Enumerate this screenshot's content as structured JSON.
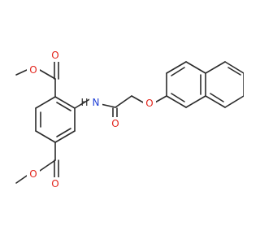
{
  "colors": {
    "bond": "#2b2b2b",
    "oxygen": "#e2231a",
    "nitrogen": "#1f3fd6",
    "hydrogen": "#2b2b2b",
    "background": "#ffffff"
  },
  "atoms": {
    "ester_top_carbonyl_O": "O",
    "ester_top_ether_O": "O",
    "amide_N": "N",
    "amide_H": "H",
    "amide_carbonyl_O": "O",
    "ether_O": "O",
    "ester_bottom_carbonyl_O": "O",
    "ester_bottom_ether_O": "O"
  }
}
